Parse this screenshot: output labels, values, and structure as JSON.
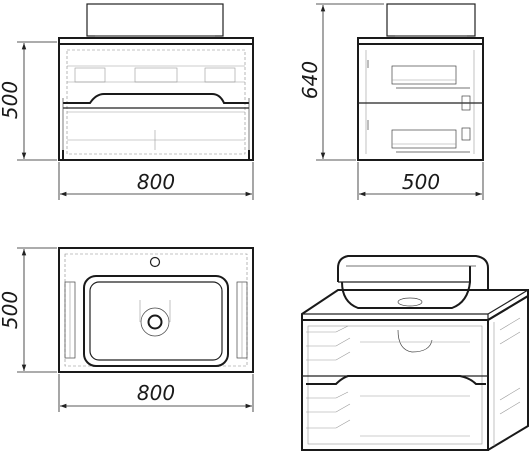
{
  "drawing": {
    "front_view": {
      "height_label": "500",
      "width_label": "800"
    },
    "side_view": {
      "height_label": "640",
      "depth_label": "500"
    },
    "top_view": {
      "depth_label": "500",
      "width_label": "800"
    }
  }
}
